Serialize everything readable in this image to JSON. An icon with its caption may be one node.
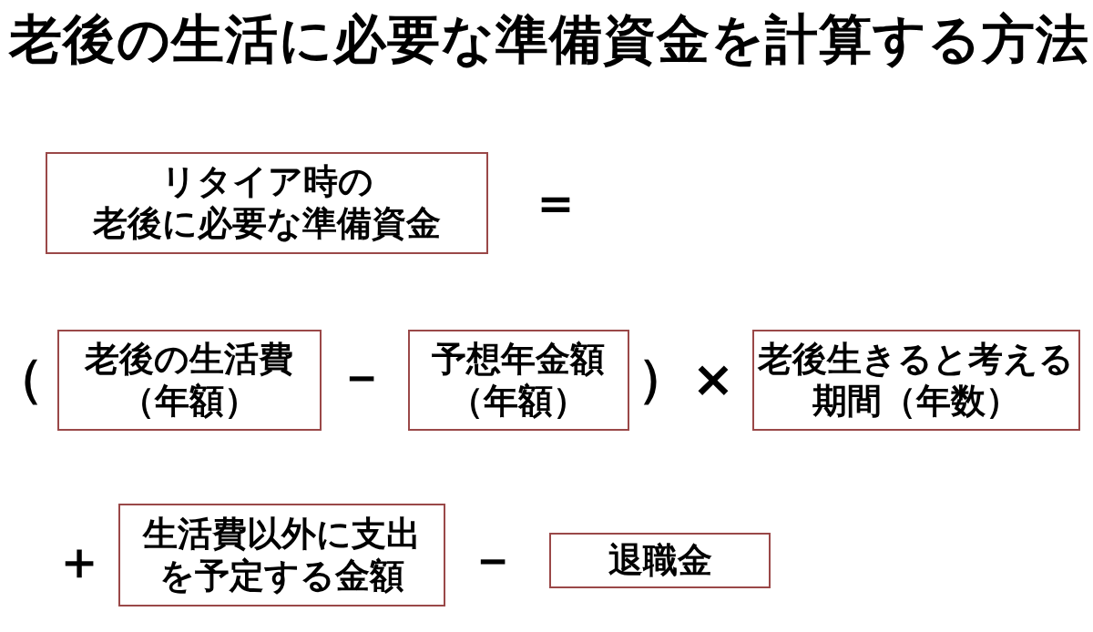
{
  "diagram": {
    "title": "老後の生活に必要な準備資金を計算する方法",
    "nodes": [
      {
        "text": [
          "リタイア時の老後に必要な準備資金"
        ]
      },
      {
        "text": [
          "老後の生活費（年額）"
        ]
      },
      {
        "text": [
          "予想年金額（年額）"
        ]
      },
      {
        "text": [
          "老後生きると考える期間（年数）"
        ]
      },
      {
        "text": [
          "生活費以外に支出を予定する金額"
        ]
      },
      {
        "text": [
          "退職金"
        ]
      }
    ],
    "edges": [],
    "labels": [
      "＝",
      "（",
      "－",
      "）",
      "×",
      "＋",
      "－"
    ]
  }
}
